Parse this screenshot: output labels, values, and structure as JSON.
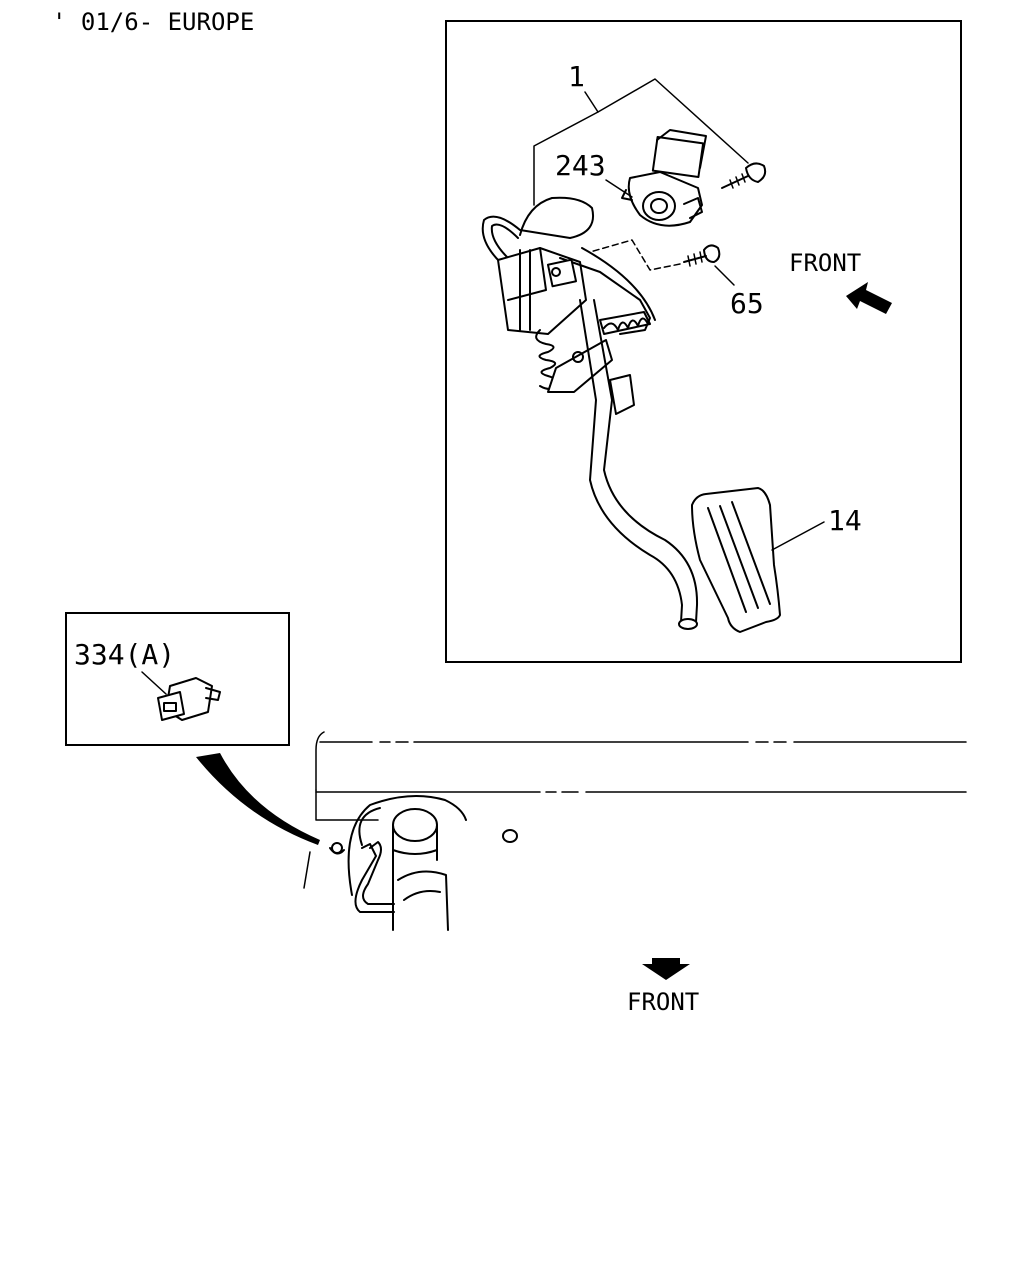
{
  "header": {
    "applicability": "' 01/6- EUROPE"
  },
  "callouts": {
    "assembly": "1",
    "sensor": "243",
    "bolt": "65",
    "pad": "14",
    "bracket": "334(A)"
  },
  "labels": {
    "front_inset": "FRONT",
    "front_main": "FRONT"
  }
}
